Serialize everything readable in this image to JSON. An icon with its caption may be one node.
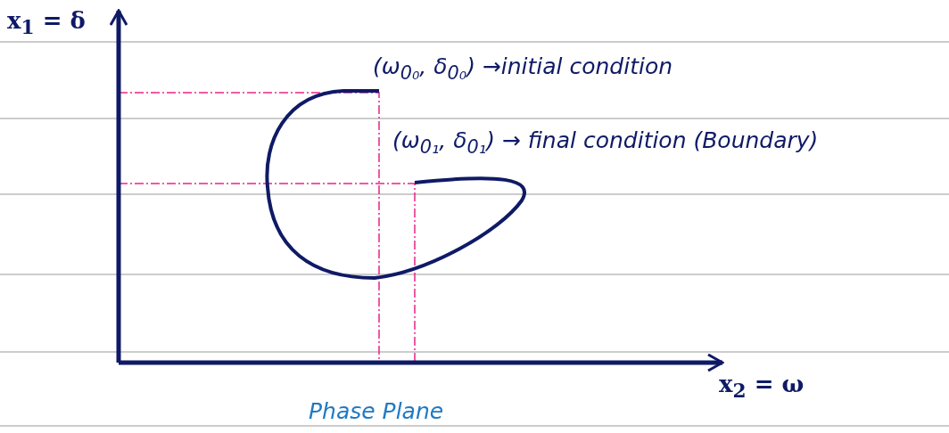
{
  "diagram": {
    "caption": "Phase Plane",
    "labels": [
      "x$_{1}$ = δ",
      "(ω$_{0₀}$, δ$_{0₀}$) →initial condition",
      "(ω$_{0₁}$, δ$_{0₁}$) → final condition (Boundary)",
      "x$_{2}$ = ω"
    ]
  }
}
